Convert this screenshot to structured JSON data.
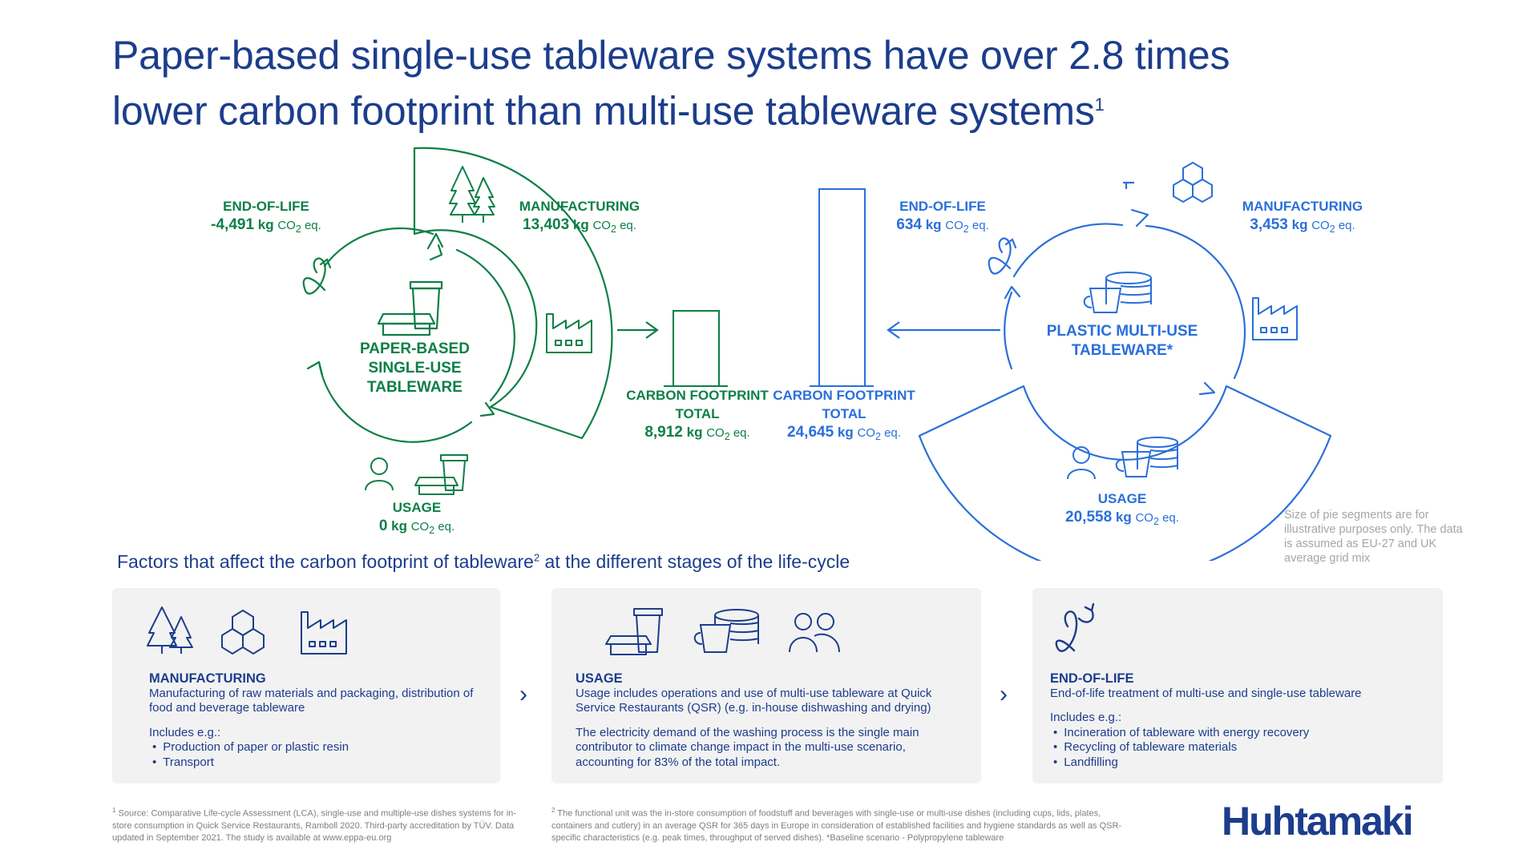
{
  "title": {
    "line1": "Paper-based single-use tableware systems have over 2.8 times",
    "line2": "lower carbon footprint than multi-use tableware systems",
    "footnote_ref": "1"
  },
  "colors": {
    "navy": "#1c3d8c",
    "paper_green": "#0d7f47",
    "plastic_blue": "#2a6fdb"
  },
  "paper": {
    "center_label": [
      "PAPER-BASED",
      "SINGLE-USE",
      "TABLEWARE"
    ],
    "end_of_life": {
      "label": "END-OF-LIFE",
      "value": "-4,491",
      "unit": "kg"
    },
    "manufacturing": {
      "label": "MANUFACTURING",
      "value": "13,403",
      "unit": "kg"
    },
    "usage": {
      "label": "USAGE",
      "value": "0",
      "unit": "kg"
    },
    "total": {
      "label1": "CARBON FOOTPRINT",
      "label2": "TOTAL",
      "value": "8,912",
      "unit": "kg"
    }
  },
  "plastic": {
    "center_label": [
      "PLASTIC MULTI-USE",
      "TABLEWARE*"
    ],
    "end_of_life": {
      "label": "END-OF-LIFE",
      "value": "634",
      "unit": "kg"
    },
    "manufacturing": {
      "label": "MANUFACTURING",
      "value": "3,453",
      "unit": "kg"
    },
    "usage": {
      "label": "USAGE",
      "value": "20,558",
      "unit": "kg"
    },
    "total": {
      "label1": "CARBON FOOTPRINT",
      "label2": "TOTAL",
      "value": "24,645",
      "unit": "kg"
    }
  },
  "co2_unit": {
    "co": "CO",
    "sub": "2",
    "eq": "eq."
  },
  "chart_data": {
    "type": "bar",
    "categories": [
      "Paper-based single-use tableware",
      "Plastic multi-use tableware"
    ],
    "series": [
      {
        "name": "MANUFACTURING",
        "values": [
          13403,
          3453
        ]
      },
      {
        "name": "USAGE",
        "values": [
          0,
          20558
        ]
      },
      {
        "name": "END-OF-LIFE",
        "values": [
          -4491,
          634
        ]
      },
      {
        "name": "CARBON FOOTPRINT TOTAL",
        "values": [
          8912,
          24645
        ]
      }
    ],
    "unit": "kg CO2 eq.",
    "title": "Paper-based single-use tableware systems have over 2.8 times lower carbon footprint than multi-use tableware systems"
  },
  "note": "Size of pie segments are for illustrative purposes only. The data is assumed as EU-27 and UK average grid mix",
  "factors_heading": {
    "text": "Factors that affect the carbon footprint of tableware",
    "sup": "2",
    "rest": " at the different stages of the life-cycle"
  },
  "cards": {
    "manufacturing": {
      "title": "MANUFACTURING",
      "text": "Manufacturing of raw materials and packaging, distribution of food and beverage tableware",
      "includes": "Includes e.g.:",
      "items": [
        "Production of paper or plastic resin",
        "Transport"
      ]
    },
    "usage": {
      "title": "USAGE",
      "text": "Usage includes operations and use of multi-use tableware at Quick Service Restaurants (QSR) (e.g. in-house dishwashing and drying)",
      "text2": "The electricity demand of the washing process is the single main contributor to climate change impact in the multi-use scenario, accounting for 83% of the total impact."
    },
    "end_of_life": {
      "title": "END-OF-LIFE",
      "text": "End-of-life treatment of multi-use and single-use tableware",
      "includes": "Includes e.g.:",
      "items": [
        "Incineration of tableware with energy recovery",
        "Recycling of tableware materials",
        "Landfilling"
      ]
    }
  },
  "chevron": "›",
  "footnote1": {
    "sup": "1",
    "text": " Source: Comparative Life-cycle Assessment (LCA), single-use and multiple-use dishes systems for in-store consumption in Quick Service Restaurants, Ramboll 2020. Third-party accreditation by TÜV. Data updated in September 2021. The study is available at www.eppa-eu.org"
  },
  "footnote2": {
    "sup": "2",
    "text": " The functional unit was the in-store consumption of foodstuff and beverages with single-use or multi-use dishes (including cups, lids, plates, containers and cutlery) in an average QSR for 365 days in Europe in consideration of established facilities and hygiene standards as well as QSR-specific characteristics (e.g. peak times, throughput of served dishes). *Baseline scenario - Polypropylene tableware"
  },
  "logo": "Huhtamaki"
}
